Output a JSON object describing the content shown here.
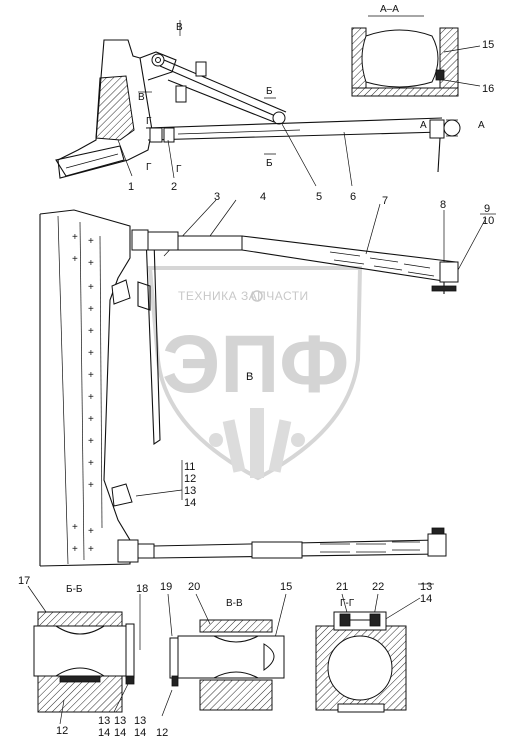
{
  "watermark": {
    "text": "ТЕХНИКА  ЗАПЧАСТИ",
    "logo": "ЭПФ"
  },
  "section_titles": {
    "a_a": "А–А",
    "b_b": "Б-Б",
    "v_v": "В-В",
    "g_g": "Г-Г"
  },
  "section_markers": {
    "a": "А",
    "b": "Б",
    "v": "В",
    "g": "Г"
  },
  "callouts": {
    "c1": "1",
    "c2": "2",
    "c3": "3",
    "c4": "4",
    "c5": "5",
    "c6": "6",
    "c7": "7",
    "c8": "8",
    "c9": "9",
    "c10": "10",
    "c11": "11",
    "c12": "12",
    "c13": "13",
    "c14": "14",
    "c15": "15",
    "c16": "16",
    "c17": "17",
    "c18": "18",
    "c19": "19",
    "c20": "20",
    "c21": "21",
    "c22": "22",
    "c12b": "12",
    "c13b": "13",
    "c14b": "14",
    "c13c": "13",
    "c14c": "14",
    "c12c": "12",
    "c15b": "15",
    "c13d": "13",
    "c14d": "14"
  }
}
